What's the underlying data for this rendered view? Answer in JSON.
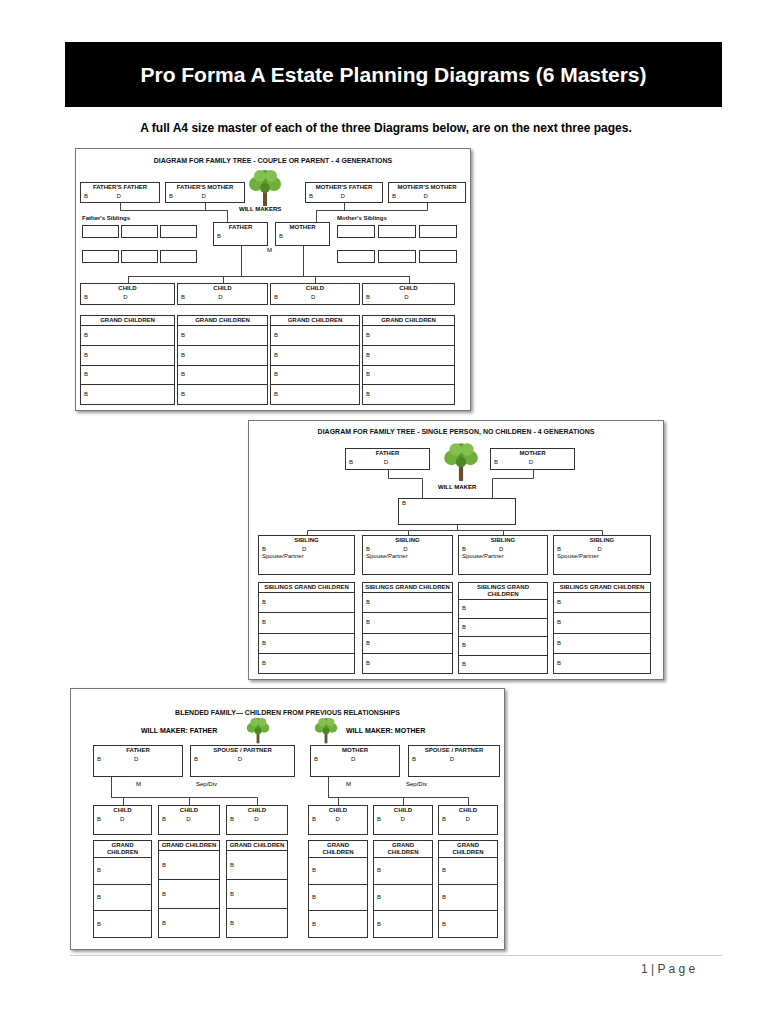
{
  "diagram": {
    "title": "Pro Forma A Estate Planning Diagrams (6 Masters)",
    "nodes": [
      {
        "text": [
          "DIAGRAM FOR FAMILY TREE - COUPLE OR PARENT - 4 GENERATIONS"
        ]
      },
      {
        "text": [
          "FATHER'S FATHER",
          "B",
          "D"
        ],
        "in": 0
      },
      {
        "text": [
          "FATHER'S MOTHER",
          "B",
          "D"
        ],
        "in": 0
      },
      {
        "text": [
          "MOTHER'S FATHER",
          "B",
          "D"
        ],
        "in": 0
      },
      {
        "text": [
          "MOTHER'S MOTHER",
          "B",
          "D"
        ],
        "in": 0
      },
      {
        "text": [
          "Father's Siblings"
        ],
        "in": 0
      },
      {
        "text": [
          "FATHER",
          "B"
        ],
        "in": 0
      },
      {
        "text": [
          "MOTHER",
          "B"
        ],
        "in": 0
      },
      {
        "text": [
          "Mother's Siblings"
        ],
        "in": 0
      },
      {
        "text": [
          "CHILD",
          "B",
          "D"
        ],
        "in": 0
      },
      {
        "text": [
          "CHILD",
          "B",
          "D"
        ],
        "in": 0
      },
      {
        "text": [
          "CHILD",
          "B",
          "D"
        ],
        "in": 0
      },
      {
        "text": [
          "CHILD",
          "B",
          "D"
        ],
        "in": 0
      },
      {
        "text": [
          "GRAND CHILDREN",
          "B",
          "B",
          "B",
          "B"
        ],
        "in": 0
      },
      {
        "text": [
          "GRAND CHILDREN",
          "B",
          "B",
          "B",
          "B"
        ],
        "in": 0
      },
      {
        "text": [
          "GRAND CHILDREN",
          "B",
          "B",
          "B",
          "B"
        ],
        "in": 0
      },
      {
        "text": [
          "GRAND CHILDREN",
          "B",
          "B",
          "B",
          "B"
        ],
        "in": 0
      },
      {
        "text": [
          "DIAGRAM FOR FAMILY TREE - SINGLE PERSON, NO CHILDREN - 4 GENERATIONS"
        ]
      },
      {
        "text": [
          "FATHER",
          "B",
          "D"
        ],
        "in": 17
      },
      {
        "text": [
          "MOTHER",
          "B",
          "D"
        ],
        "in": 17
      },
      {
        "text": [
          "B"
        ],
        "in": 17
      },
      {
        "text": [
          "SIBLING",
          "B",
          "D",
          "Spouse/Partner"
        ],
        "in": 17
      },
      {
        "text": [
          "SIBLING",
          "B",
          "D",
          "Spouse/Partner"
        ],
        "in": 17
      },
      {
        "text": [
          "SIBLING",
          "B",
          "D",
          "Spouse/Partner"
        ],
        "in": 17
      },
      {
        "text": [
          "SIBLING",
          "B",
          "D",
          "Spouse/Partner"
        ],
        "in": 17
      },
      {
        "text": [
          "SIBLINGS GRAND CHILDREN",
          "B",
          "B",
          "B",
          "B"
        ],
        "in": 17
      },
      {
        "text": [
          "SIBLINGS GRAND CHILDREN",
          "B",
          "B",
          "B",
          "B"
        ],
        "in": 17
      },
      {
        "text": [
          "SIBLINGS GRAND CHILDREN",
          "B",
          "B",
          "B",
          "B"
        ],
        "in": 17
      },
      {
        "text": [
          "SIBLINGS GRAND CHILDREN",
          "B",
          "B",
          "B",
          "B"
        ],
        "in": 17
      },
      {
        "text": [
          "BLENDED FAMILY— CHILDREN FROM PREVIOUS RELATIONSHIPS"
        ]
      },
      {
        "text": [
          "FATHER",
          "B",
          "D"
        ],
        "in": 29
      },
      {
        "text": [
          "SPOUSE / PARTNER",
          "B",
          "D"
        ],
        "in": 29
      },
      {
        "text": [
          "MOTHER",
          "B",
          "D"
        ],
        "in": 29
      },
      {
        "text": [
          "SPOUSE / PARTNER",
          "B",
          "D"
        ],
        "in": 29
      },
      {
        "text": [
          "CHILD",
          "B",
          "D"
        ],
        "in": 29
      },
      {
        "text": [
          "CHILD",
          "B",
          "D"
        ],
        "in": 29
      },
      {
        "text": [
          "CHILD",
          "B",
          "D"
        ],
        "in": 29
      },
      {
        "text": [
          "CHILD",
          "B",
          "D"
        ],
        "in": 29
      },
      {
        "text": [
          "CHILD",
          "B",
          "D"
        ],
        "in": 29
      },
      {
        "text": [
          "CHILD",
          "B",
          "D"
        ],
        "in": 29
      },
      {
        "text": [
          "GRAND CHILDREN",
          "B",
          "B",
          "B"
        ],
        "in": 29
      },
      {
        "text": [
          "GRAND CHILDREN",
          "B",
          "B",
          "B"
        ],
        "in": 29
      },
      {
        "text": [
          "GRAND CHILDREN",
          "B",
          "B",
          "B"
        ],
        "in": 29
      },
      {
        "text": [
          "GRAND CHILDREN",
          "B",
          "B",
          "B"
        ],
        "in": 29
      },
      {
        "text": [
          "GRAND CHILDREN",
          "B",
          "B",
          "B"
        ],
        "in": 29
      },
      {
        "text": [
          "GRAND CHILDREN",
          "B",
          "B",
          "B"
        ],
        "in": 29
      }
    ],
    "edges": [
      {
        "from": 1,
        "to": 6,
        "arrow": "none"
      },
      {
        "from": 2,
        "to": 6,
        "arrow": "none"
      },
      {
        "from": 3,
        "to": 7,
        "arrow": "none"
      },
      {
        "from": 4,
        "to": 7,
        "arrow": "none"
      },
      {
        "from": 6,
        "to": 9,
        "arrow": "none"
      },
      {
        "from": 6,
        "to": 10,
        "arrow": "none"
      },
      {
        "from": 6,
        "to": 11,
        "arrow": "none"
      },
      {
        "from": 6,
        "to": 12,
        "arrow": "none"
      },
      {
        "from": 7,
        "to": 9,
        "arrow": "none"
      },
      {
        "from": 7,
        "to": 10,
        "arrow": "none"
      },
      {
        "from": 7,
        "to": 11,
        "arrow": "none"
      },
      {
        "from": 7,
        "to": 12,
        "arrow": "none"
      },
      {
        "from": 18,
        "to": 20,
        "arrow": "none"
      },
      {
        "from": 19,
        "to": 20,
        "arrow": "none"
      },
      {
        "from": 20,
        "to": 21,
        "arrow": "none"
      },
      {
        "from": 20,
        "to": 22,
        "arrow": "none"
      },
      {
        "from": 20,
        "to": 23,
        "arrow": "none"
      },
      {
        "from": 20,
        "to": 24,
        "arrow": "none"
      },
      {
        "from": 30,
        "to": 34,
        "arrow": "none"
      },
      {
        "from": 30,
        "to": 35,
        "arrow": "none"
      },
      {
        "from": 30,
        "to": 36,
        "arrow": "none"
      },
      {
        "from": 32,
        "to": 37,
        "arrow": "none"
      },
      {
        "from": 32,
        "to": 38,
        "arrow": "none"
      },
      {
        "from": 32,
        "to": 39,
        "arrow": "none"
      }
    ],
    "labels": [
      "A full A4 size master of each of the three Diagrams below, are on the next three pages.",
      "WILL MAKERS",
      "M",
      "WILL MAKER",
      "WILL MAKER: FATHER",
      "WILL MAKER: MOTHER",
      "M",
      "Sep/Div",
      "M",
      "Sep/Div",
      "1 | P a g e"
    ]
  }
}
